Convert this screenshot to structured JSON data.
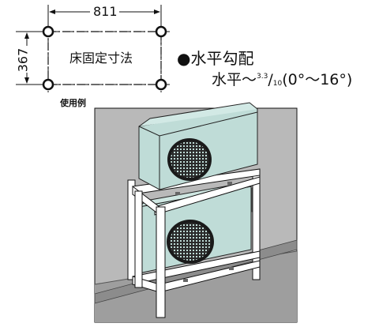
{
  "dimensions": {
    "width": "811",
    "height": "367"
  },
  "floor_label": "床固定寸法",
  "slope": {
    "bullet": "●",
    "title": "水平勾配",
    "prefix": "水平～",
    "frac_num": "3.3",
    "frac_den": "10",
    "range": "(0°～16°)"
  },
  "example_label": "使用例",
  "colors": {
    "unit": "#bfdcd7",
    "wall": "#b8b8b8",
    "floor": "#9a9a9a",
    "frame": "#ffffff"
  }
}
